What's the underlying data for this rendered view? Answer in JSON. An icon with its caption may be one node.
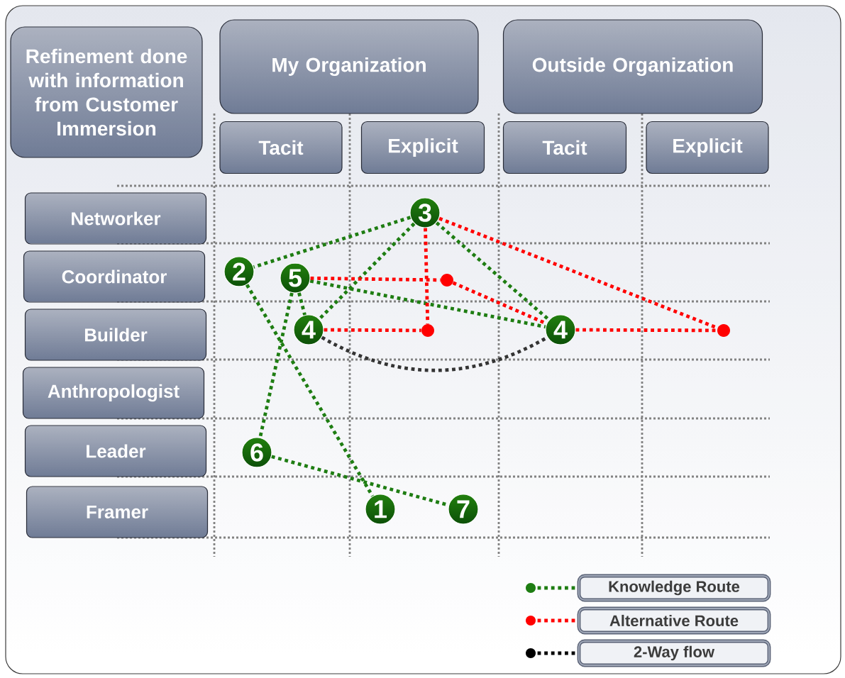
{
  "diagram": {
    "nodes": [
      {
        "text": [
          "Refinement done with information from Customer Immersion"
        ]
      },
      {
        "text": [
          "My Organization"
        ]
      },
      {
        "text": [
          "Outside Organization"
        ]
      },
      {
        "text": [
          "Tacit"
        ]
      },
      {
        "text": [
          "Explicit"
        ]
      },
      {
        "text": [
          "Tacit"
        ]
      },
      {
        "text": [
          "Explicit"
        ]
      },
      {
        "text": [
          "Networker"
        ]
      },
      {
        "text": [
          "Coordinator"
        ]
      },
      {
        "text": [
          "Builder"
        ]
      },
      {
        "text": [
          "Anthropologist"
        ]
      },
      {
        "text": [
          "Leader"
        ]
      },
      {
        "text": [
          "Framer"
        ]
      },
      {
        "text": [
          "3"
        ]
      },
      {
        "text": [
          "2"
        ]
      },
      {
        "text": [
          "5"
        ]
      },
      {
        "text": [
          "4"
        ]
      },
      {
        "text": [
          "4"
        ]
      },
      {
        "text": [
          "6"
        ]
      },
      {
        "text": [
          "1"
        ]
      },
      {
        "text": [
          "7"
        ]
      },
      {
        "text": [],
        "shape": "circle"
      },
      {
        "text": [],
        "shape": "circle"
      },
      {
        "text": [],
        "shape": "circle"
      }
    ],
    "edges": [
      {
        "from": 13,
        "to": 14,
        "arrow": "none"
      },
      {
        "from": 13,
        "to": 16,
        "arrow": "none"
      },
      {
        "from": 13,
        "to": 17,
        "arrow": "none"
      },
      {
        "from": 15,
        "to": 17,
        "arrow": "none"
      },
      {
        "from": 15,
        "to": 16,
        "arrow": "none"
      },
      {
        "from": 15,
        "to": 18,
        "arrow": "none"
      },
      {
        "from": 14,
        "to": 19,
        "arrow": "none"
      },
      {
        "from": 18,
        "to": 20,
        "arrow": "none"
      },
      {
        "from": 13,
        "to": 22,
        "arrow": "none",
        "color": "#ff0000"
      },
      {
        "from": 16,
        "to": 22,
        "arrow": "none",
        "color": "#ff0000"
      },
      {
        "from": 15,
        "to": 21,
        "arrow": "none",
        "color": "#ff0000"
      },
      {
        "from": 21,
        "to": 17,
        "arrow": "none",
        "color": "#ff0000"
      },
      {
        "from": 13,
        "to": 23,
        "arrow": "none",
        "color": "#ff0000"
      },
      {
        "from": 17,
        "to": 23,
        "arrow": "none",
        "color": "#ff0000"
      },
      {
        "from": 16,
        "to": 17,
        "arrow": "none",
        "color": "#333333"
      }
    ],
    "legend": [
      {
        "text": "Knowledge Route"
      },
      {
        "text": "Alternative Route"
      },
      {
        "text": "2-Way flow"
      }
    ]
  }
}
